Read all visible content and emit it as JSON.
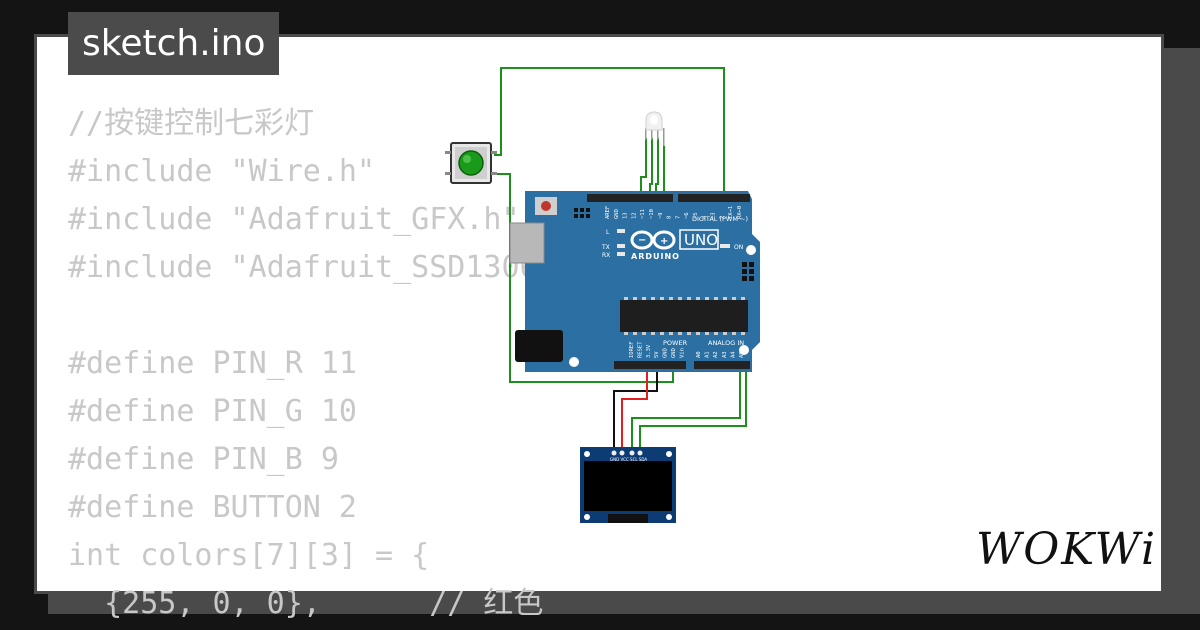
{
  "file_tab": {
    "label": "sketch.ino"
  },
  "code_lines": [
    "//按键控制七彩灯",
    "#include \"Wire.h\"",
    "#include \"Adafruit_GFX.h\"",
    "#include \"Adafruit_SSD1306.h\"",
    "",
    "#define PIN_R 11",
    "#define PIN_G 10",
    "#define PIN_B 9",
    "#define BUTTON 2",
    "int colors[7][3] = {",
    "  {255, 0, 0},      // 红色"
  ],
  "arduino": {
    "model_label": "UNO",
    "brand_label": "ARDUINO",
    "digital_header_label": "DIGITAL (PWM ~)",
    "power_label": "POWER",
    "analog_label": "ANALOG IN",
    "on_label": "ON",
    "l_label": "L",
    "tx_label": "TX",
    "rx_label": "RX",
    "digital_pins": [
      "AREF",
      "GND",
      "13",
      "12",
      "~11",
      "~10",
      "~9",
      "8",
      "7",
      "~6",
      "~5",
      "4",
      "~3",
      "2",
      "TX→1",
      "RX←0"
    ],
    "power_pins": [
      "IOREF",
      "RESET",
      "3.3V",
      "5V",
      "GND",
      "GND",
      "Vin"
    ],
    "analog_pins": [
      "A0",
      "A1",
      "A2",
      "A3",
      "A4",
      "A5"
    ]
  },
  "oled": {
    "pin_labels": "GND VCC SCL SDA"
  },
  "brand": {
    "logo_text": "WOKWi"
  },
  "colors": {
    "board": "#2b6fa3",
    "wire_green": "#1d8f1d",
    "wire_red": "#e02020",
    "wire_black": "#111111",
    "button_cap": "#1a9a1a"
  }
}
